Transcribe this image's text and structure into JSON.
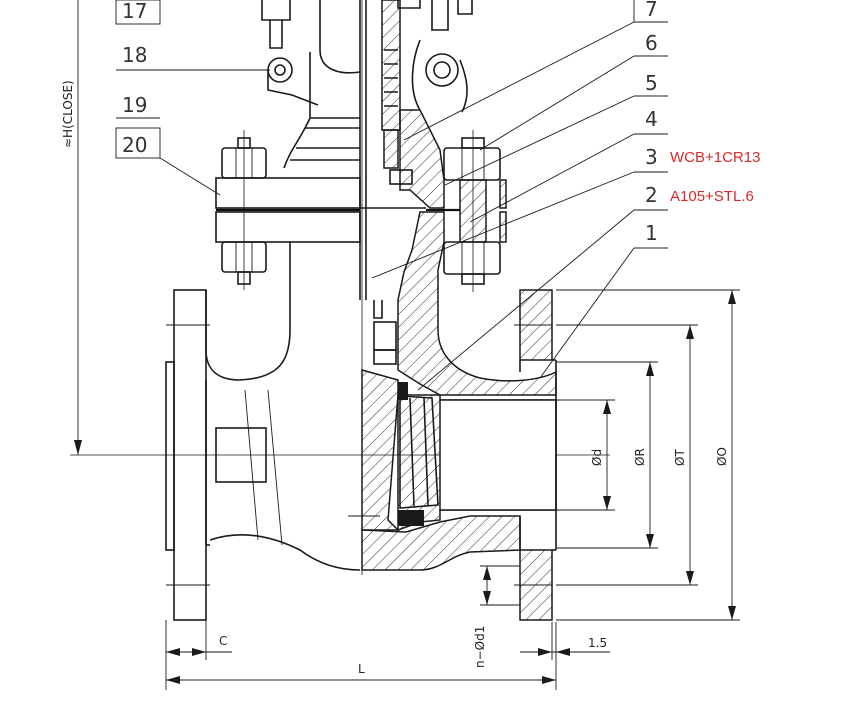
{
  "drawing": {
    "part_numbers": [
      "1",
      "2",
      "3",
      "4",
      "5",
      "6",
      "7",
      "17",
      "18",
      "19",
      "20"
    ],
    "materials": {
      "part_3": "WCB+1CR13",
      "part_2": "A105+STL.6"
    },
    "dimensions": {
      "height": "≈H(CLOSE)",
      "length": "L",
      "flange_thickness": "C",
      "bolt_holes": "n−Ød1",
      "raised_face": "1.5",
      "bore": "Ød",
      "raised_face_dia": "ØR",
      "bolt_circle": "ØT",
      "flange_od": "ØO"
    },
    "colors": {
      "annotation": "#d62b2b",
      "line": "#1a1a1a"
    }
  }
}
